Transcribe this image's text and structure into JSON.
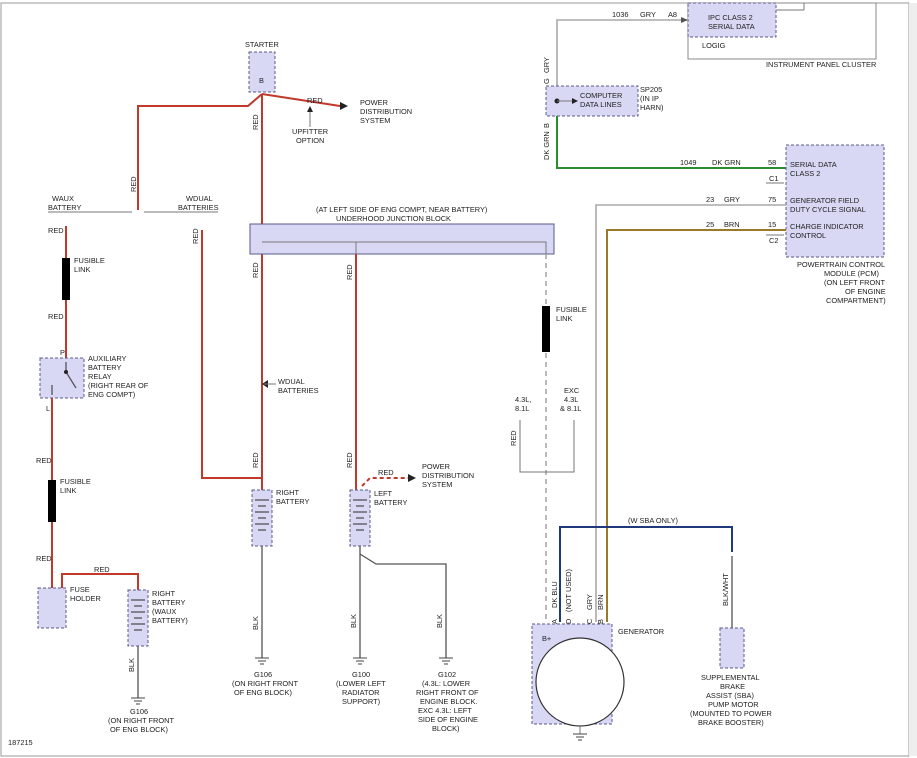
{
  "figure_id": "187215",
  "instrument_panel": {
    "ipc_line1": "IPC CLASS 2",
    "ipc_line2": "SERIAL DATA",
    "logic": "LOGIG",
    "title": "INSTRUMENT PANEL CLUSTER",
    "circuit_num": "1036",
    "wire_color": "GRY",
    "pin": "A8"
  },
  "splice": {
    "label_l1": "COMPUTER",
    "label_l2": "DATA LINES",
    "id": "SP205",
    "note_l1": "(IN IP",
    "note_l2": "HARN)",
    "pin_g": "G",
    "pin_b": "B",
    "wire_top": "GRY",
    "wire_bottom": "DK GRN"
  },
  "pcm": {
    "w1_num": "1049",
    "w1_color": "DK GRN",
    "w1_pin": "58",
    "w1_conn": "C1",
    "serial_l1": "SERIAL DATA",
    "serial_l2": "CLASS 2",
    "w2_num": "23",
    "w2_color": "GRY",
    "w2_pin": "75",
    "gen_field_l1": "GENERATOR FIELD",
    "gen_field_l2": "DUTY CYCLE SIGNAL",
    "w3_num": "25",
    "w3_color": "BRN",
    "w3_pin": "15",
    "w3_conn": "C2",
    "charge_l1": "CHARGE INDICATOR",
    "charge_l2": "CONTROL",
    "title_l1": "POWERTRAIN CONTROL",
    "title_l2": "MODULE (PCM)",
    "title_l3": "(ON LEFT FRONT",
    "title_l4": "OF ENGINE",
    "title_l5": "COMPARTMENT)"
  },
  "starter": {
    "label": "STARTER",
    "pin": "B",
    "wire": "RED",
    "pds_l1": "POWER",
    "pds_l2": "DISTRIBUTION",
    "pds_l3": "SYSTEM",
    "upfit_l1": "UPFITTER",
    "upfit_l2": "OPTION"
  },
  "junction": {
    "note": "(AT LEFT SIDE OF ENG COMPT, NEAR BATTERY)",
    "title": "UNDERHOOD JUNCTION BLOCK"
  },
  "left_branch": {
    "waux_l1": "WAUX",
    "waux_l2": "BATTERY",
    "wdual_l1": "WDUAL",
    "wdual_l2": "BATTERIES",
    "red": "RED",
    "fusible_l1": "FUSIBLE",
    "fusible_l2": "LINK",
    "relay_pin_p": "P",
    "relay_pin_l": "L",
    "relay_l1": "AUXILIARY",
    "relay_l2": "BATTERY",
    "relay_l3": "RELAY",
    "relay_l4": "(RIGHT REAR OF",
    "relay_l5": "ENG COMPT)",
    "fuse_holder_l1": "FUSE",
    "fuse_holder_l2": "HOLDER",
    "aux_batt_l1": "RIGHT",
    "aux_batt_l2": "BATTERY",
    "aux_batt_l3": "(WAUX",
    "aux_batt_l4": "BATTERY)",
    "blk": "BLK",
    "gnd_id": "G106",
    "gnd_l1": "(ON RIGHT FRONT",
    "gnd_l2": "OF ENG BLOCK)"
  },
  "right_battery": {
    "wdual_l1": "WDUAL",
    "wdual_l2": "BATTERIES",
    "label_l1": "RIGHT",
    "label_l2": "BATTERY",
    "blk": "BLK",
    "gnd_id": "G106",
    "gnd_l1": "(ON RIGHT FRONT",
    "gnd_l2": "OF ENG BLOCK)"
  },
  "left_battery": {
    "label_l1": "LEFT",
    "label_l2": "BATTERY",
    "red": "RED",
    "pds_l1": "POWER",
    "pds_l2": "DISTRIBUTION",
    "pds_l3": "SYSTEM",
    "blk": "BLK",
    "g100_id": "G100",
    "g100_l1": "(LOWER LEFT",
    "g100_l2": "RADIATOR",
    "g100_l3": "SUPPORT)",
    "g102_id": "G102",
    "g102_l1": "(4.3L: LOWER",
    "g102_l2": "RIGHT FRONT OF",
    "g102_l3": "ENGINE BLOCK.",
    "g102_l4": "EXC 4.3L: LEFT",
    "g102_l5": "SIDE OF ENGINE",
    "g102_l6": "BLOCK)"
  },
  "generator_branch": {
    "fusible_l1": "FUSIBLE",
    "fusible_l2": "LINK",
    "opt_a_l1": "4.3L,",
    "opt_a_l2": "8.1L",
    "opt_b_l1": "EXC",
    "opt_b_l2": "4.3L",
    "opt_b_l3": "& 8.1L",
    "red": "RED",
    "sba_only": "(W SBA ONLY)",
    "pin_a": "A",
    "pin_d": "D",
    "pin_c": "C",
    "pin_b": "B",
    "wire_a": "DK BLU",
    "wire_d": "(NOT USED)",
    "wire_c": "GRY",
    "wire_b": "BRN",
    "bplus": "B+",
    "generator": "GENERATOR"
  },
  "sba": {
    "wire": "BLK/WHT",
    "l1": "SUPPLEMENTAL",
    "l2": "BRAKE",
    "l3": "ASSIST (SBA)",
    "l4": "PUMP MOTOR",
    "l5": "(MOUNTED TO POWER",
    "l6": "BRAKE BOOSTER)"
  }
}
